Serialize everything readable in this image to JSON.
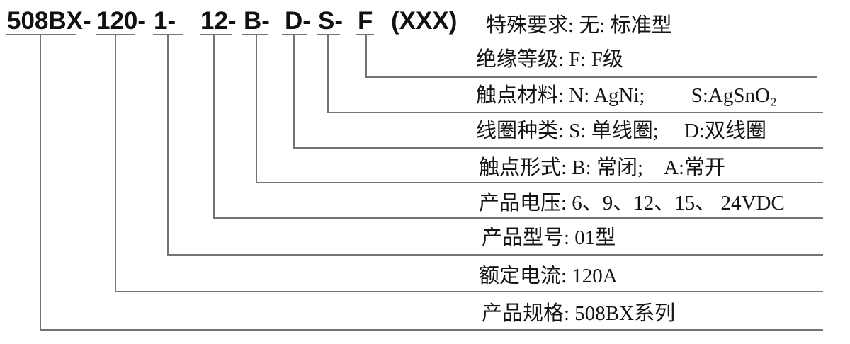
{
  "code_segments": [
    {
      "text": "508BX-",
      "legend_row": 8
    },
    {
      "text": "120-",
      "legend_row": 7
    },
    {
      "text": "1-",
      "legend_row": 6
    },
    {
      "text": "12-",
      "legend_row": 5
    },
    {
      "text": "B-",
      "legend_row": 4
    },
    {
      "text": "D-",
      "legend_row": 3
    },
    {
      "text": "S-",
      "legend_row": 2
    },
    {
      "text": "F",
      "legend_row": 1
    },
    {
      "text": "(XXX)",
      "legend_row": 0
    }
  ],
  "legend_rows": [
    {
      "label": "特殊要求: 无: 标准型"
    },
    {
      "label": "绝缘等级: F: F级"
    },
    {
      "label": "触点材料: N: AgNi;　　 S:AgSnO₂"
    },
    {
      "label": "线圈种类: S: 单线圈;　 D:双线圈"
    },
    {
      "label": "触点形式: B: 常闭;　A:常开"
    },
    {
      "label": "产品电压: 6、9、12、15、 24VDC"
    },
    {
      "label": "产品型号: 01型"
    },
    {
      "label": "额定电流: 120A"
    },
    {
      "label": "产品规格: 508BX系列"
    }
  ],
  "colors": {
    "background": "#ffffff",
    "text": "#1a1a1a",
    "connector_line": "#747474"
  }
}
